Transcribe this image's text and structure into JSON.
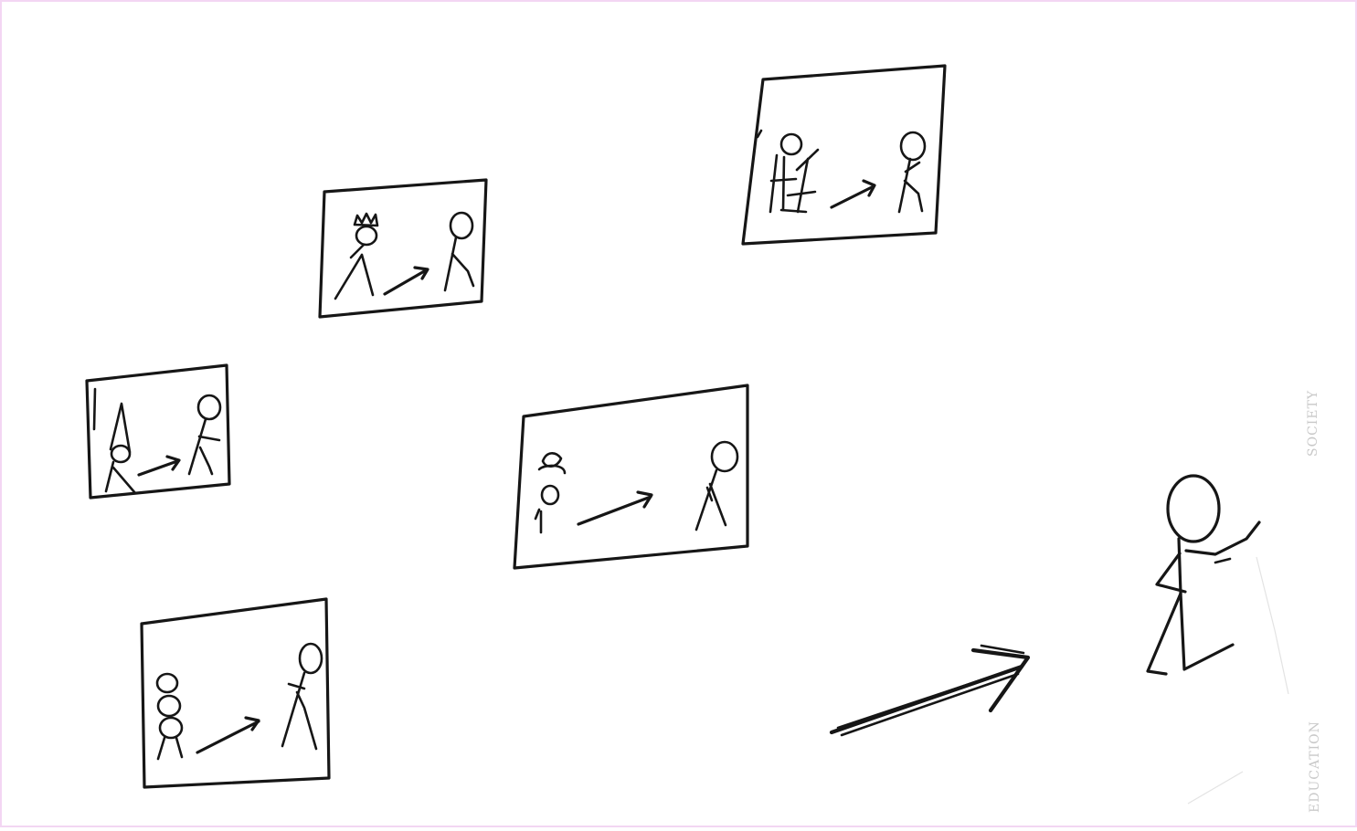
{
  "panels": [
    {
      "id": "princess",
      "description": "person with crown"
    },
    {
      "id": "king",
      "description": "person on throne"
    },
    {
      "id": "wizard",
      "description": "person with pointed hat"
    },
    {
      "id": "baby",
      "description": "baby with bow"
    },
    {
      "id": "child",
      "description": "small stacked figure"
    }
  ],
  "colors": {
    "ink": "#161616",
    "paper": "#ffffff",
    "frame": "#f3d6f3",
    "bleed": "#c9c9c9"
  },
  "bleed_text": {
    "top": "SOCIETY",
    "bottom": "EDUCATION"
  }
}
